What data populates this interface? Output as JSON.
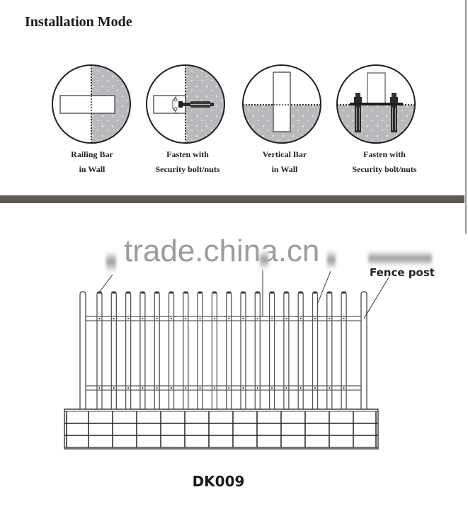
{
  "header": {
    "title": "Installation Mode"
  },
  "installation_modes": [
    {
      "id": "railing-bar-in-wall",
      "caption_line1": "Railing Bar",
      "caption_line2": "in Wall"
    },
    {
      "id": "fasten-with-bolts-horizontal",
      "caption_line1": "Fasten with",
      "caption_line2": "Security bolt/nuts"
    },
    {
      "id": "vertical-bar-in-wall",
      "caption_line1": "Vertical Bar",
      "caption_line2": "in Wall"
    },
    {
      "id": "fasten-with-bolts-vertical",
      "caption_line1": "Fasten with",
      "caption_line2": "Security bolt/nuts"
    }
  ],
  "fence_diagram": {
    "watermark": "trade.china.cn",
    "label_fence_post": "Fence post",
    "model": "DK009",
    "pickets_count": 18,
    "rails": 2,
    "brick_rows": 3
  },
  "colors": {
    "divider": "#5f5a52",
    "wall_fill": "#b9b9bf",
    "wall_speckle": "#e4edb0",
    "line": "#333333"
  }
}
